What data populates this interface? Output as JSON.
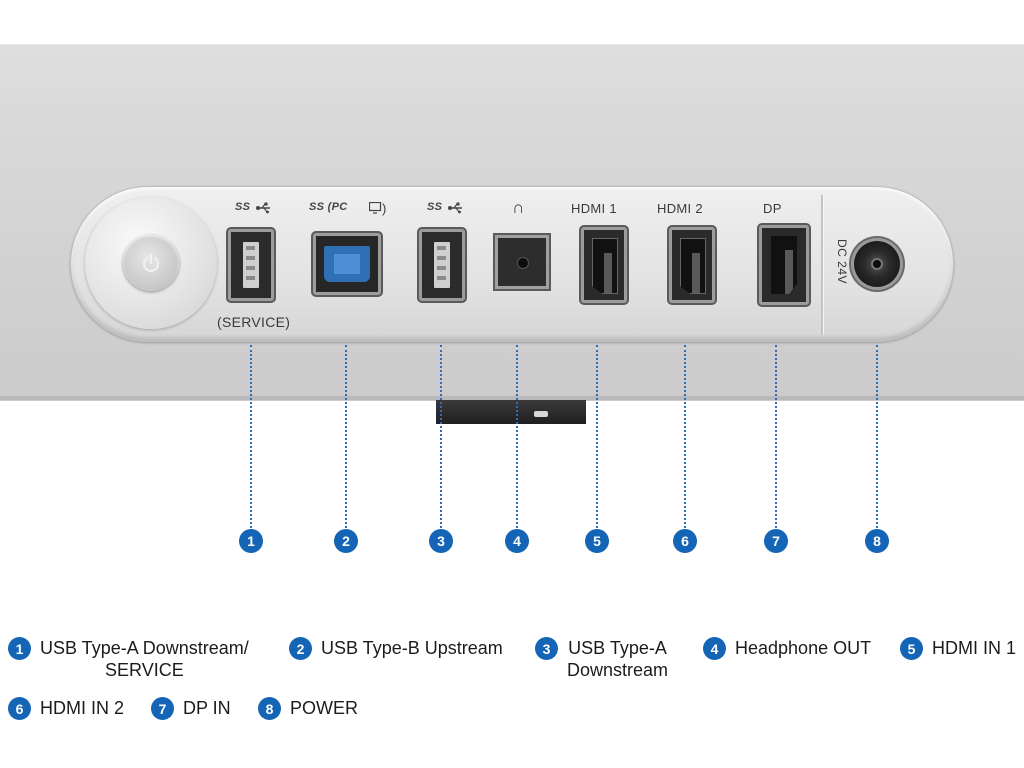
{
  "port_panel": {
    "ports": [
      {
        "id": 1,
        "top_label": "SS",
        "bottom_label": "(SERVICE)",
        "type": "usb-a"
      },
      {
        "id": 2,
        "top_label": "SS  (PC",
        "type": "usb-b"
      },
      {
        "id": 3,
        "top_label": "SS",
        "type": "usb-a"
      },
      {
        "id": 4,
        "top_label": "∩",
        "type": "audio-jack"
      },
      {
        "id": 5,
        "top_label": "HDMI  1",
        "type": "hdmi"
      },
      {
        "id": 6,
        "top_label": "HDMI  2",
        "type": "hdmi"
      },
      {
        "id": 7,
        "top_label": "DP",
        "type": "displayport"
      },
      {
        "id": 8,
        "side_label": "DC 24V",
        "type": "dc-jack"
      }
    ]
  },
  "callouts": [
    "1",
    "2",
    "3",
    "4",
    "5",
    "6",
    "7",
    "8"
  ],
  "legend": [
    {
      "num": "1",
      "line1": "USB Type-A Downstream/",
      "line2": "SERVICE"
    },
    {
      "num": "2",
      "line1": "USB Type-B Upstream"
    },
    {
      "num": "3",
      "line1": "USB Type-A",
      "line2": "Downstream"
    },
    {
      "num": "4",
      "line1": "Headphone OUT"
    },
    {
      "num": "5",
      "line1": "HDMI IN 1"
    },
    {
      "num": "6",
      "line1": "HDMI IN 2"
    },
    {
      "num": "7",
      "line1": "DP IN"
    },
    {
      "num": "8",
      "line1": "POWER"
    }
  ],
  "colors": {
    "callout": "#1565b6",
    "usb_b_insert": "#2f6fb4",
    "panel": "#e3e3e3"
  }
}
